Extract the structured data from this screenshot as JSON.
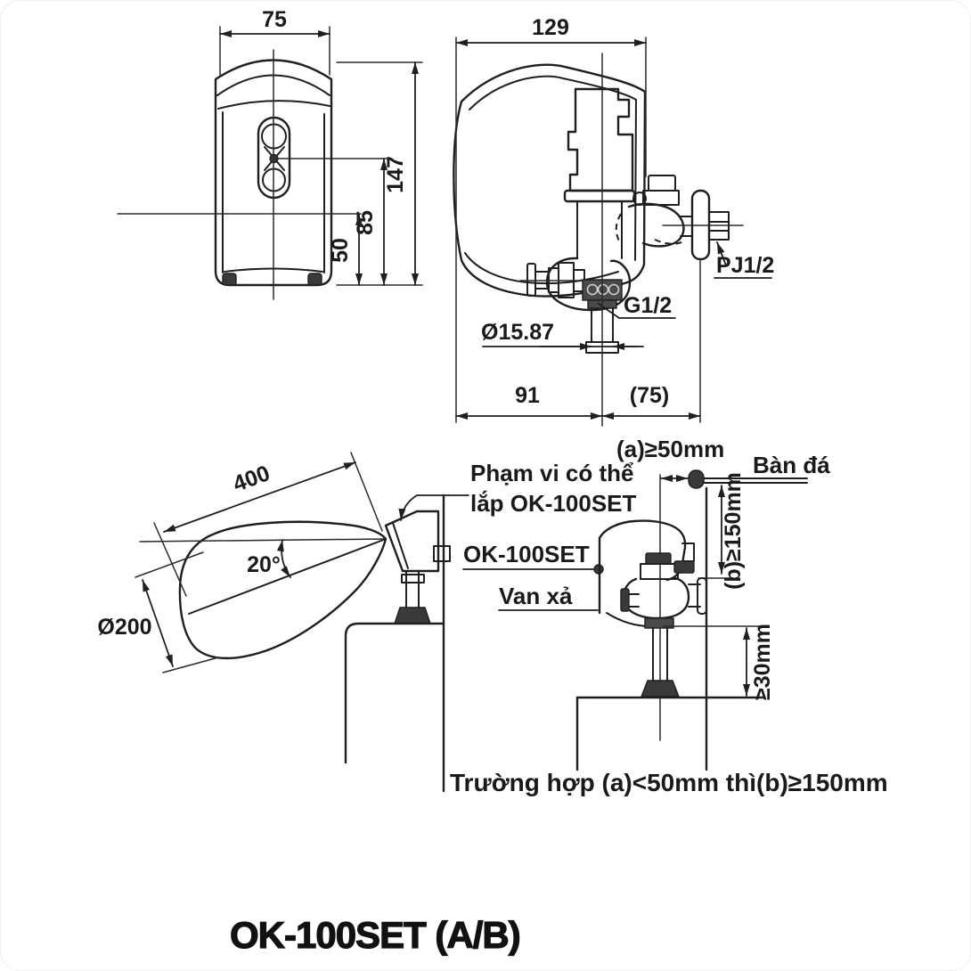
{
  "title": "OK-100SET (A/B)",
  "colors": {
    "line": "#1f1f1f",
    "cone_fill": "#ababab",
    "dark_fill": "#3a3a3a",
    "background": "#ffffff"
  },
  "front_view": {
    "width": "75",
    "height": "147",
    "center_height": "85",
    "lower_height": "50"
  },
  "side_view": {
    "width": "129",
    "depth": "91",
    "wall_offset": "(75)",
    "pipe_diameter": "Ø15.87",
    "outlet_thread": "G1/2",
    "wall_thread": "PJ1/2"
  },
  "range_view": {
    "length": "400",
    "angle": "20°",
    "diameter": "Ø200"
  },
  "install_view": {
    "range_label_line1": "Phạm vi có thể",
    "range_label_line2": "lắp OK-100SET",
    "sensor_label": "OK-100SET",
    "valve_label": "Van xả",
    "counter_label": "Bàn đá",
    "dim_a": "(a)≥50mm",
    "dim_b": "(b)≥150mm",
    "dim_pipe": "≥30mm",
    "note": "Trường hợp (a)<50mm thì(b)≥150mm"
  }
}
